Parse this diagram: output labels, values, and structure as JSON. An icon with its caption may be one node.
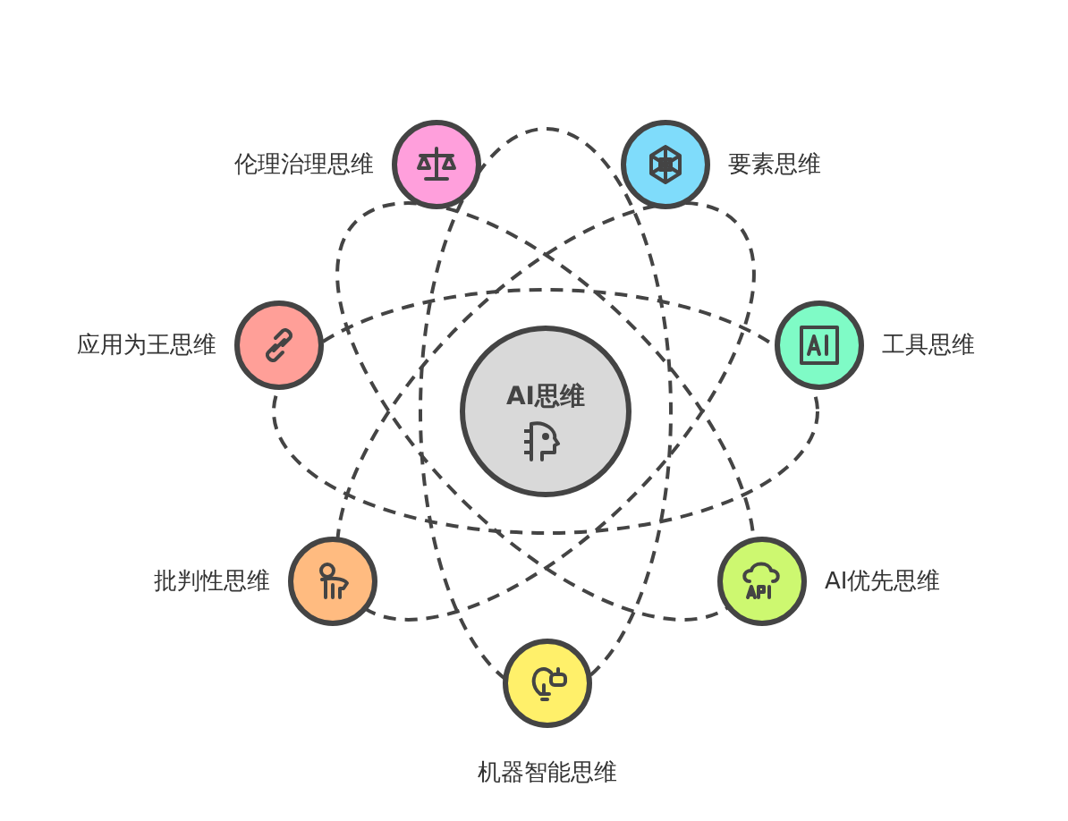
{
  "diagram": {
    "nodes": [
      {
        "text": [
          "AI思维"
        ]
      },
      {
        "text": [],
        "shape": "circle",
        "beside": [
          "伦理治理思维"
        ]
      },
      {
        "text": [],
        "shape": "circle",
        "beside": [
          "要素思维"
        ]
      },
      {
        "text": [],
        "shape": "circle",
        "beside": [
          "工具思维"
        ]
      },
      {
        "text": [],
        "shape": "circle",
        "beside": [
          "AI优先思维"
        ]
      },
      {
        "text": [],
        "shape": "circle",
        "beside": [
          "机器智能思维"
        ]
      },
      {
        "text": [],
        "shape": "circle",
        "beside": [
          "批判性思维"
        ]
      },
      {
        "text": [],
        "shape": "circle",
        "beside": [
          "应用为王思维"
        ]
      }
    ]
  }
}
